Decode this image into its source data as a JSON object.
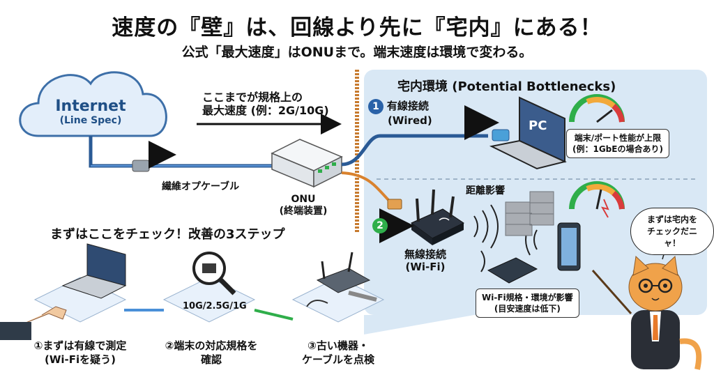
{
  "header": {
    "title": "速度の『壁』は、回線より先に『宅内』にある！",
    "subtitle": "公式「最大速度」はONUまで。端末速度は環境で変わる。"
  },
  "internet": {
    "name": "Internet",
    "spec": "(Line Spec)"
  },
  "fiber_label": "繊維オプケーブル",
  "max_speed_note": {
    "line1": "ここまでが規格上の",
    "line2": "最大速度 (例：2G/10G)"
  },
  "onu": {
    "line1": "ONU",
    "line2": "(終端装置)"
  },
  "home_panel": {
    "title": "宅内環境 (Potential Bottlenecks)",
    "wired": {
      "number": "1",
      "line1": "有線接続",
      "line2": "(Wired)",
      "pc_text": "PC",
      "callout_line1": "端末/ポート性能が上限",
      "callout_line2": "(例：1GbEの場合あり)"
    },
    "wireless": {
      "number": "2",
      "line1": "無線接続",
      "line2": "(Wi-Fi)",
      "distance_label": "距離影響",
      "callout_line1": "Wi-Fi規格・環境が影響",
      "callout_line2": "(目安速度は低下)"
    }
  },
  "steps": {
    "heading": "まずはここをチェック！改善の3ステップ",
    "port_label": "10G/2.5G/1G",
    "items": [
      {
        "line1": "①まずは有線で測定",
        "line2": "(Wi-Fiを疑う)"
      },
      {
        "line1": "②端末の対応規格を",
        "line2": "確認"
      },
      {
        "line1": "③古い機器・",
        "line2": "ケーブルを点検"
      }
    ]
  },
  "mascot": {
    "bubble_line1": "まずは宅内を",
    "bubble_line2": "チェックだニャ！"
  },
  "colors": {
    "panel": "#d9e8f5",
    "accent_blue": "#2a62a8",
    "accent_green": "#2fae4a",
    "wall": "#c77a2e"
  }
}
